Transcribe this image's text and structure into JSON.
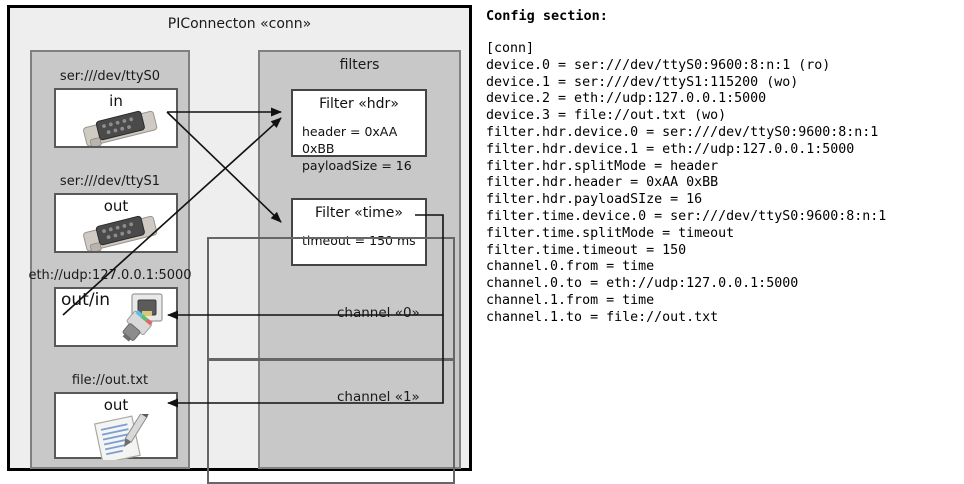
{
  "diagram": {
    "outer": {
      "title": "PIConnecton «conn»"
    },
    "devices_panel": {
      "title": "",
      "items": [
        {
          "label": "ser:///dev/ttyS0",
          "direction": "in",
          "icon": "serial-port-icon"
        },
        {
          "label": "ser:///dev/ttyS1",
          "direction": "out",
          "icon": "serial-port-icon"
        },
        {
          "label": "eth://udp:127.0.0.1:5000",
          "direction": "out/in",
          "icon": "ethernet-plug-icon"
        },
        {
          "label": "file://out.txt",
          "direction": "out",
          "icon": "text-file-icon"
        }
      ]
    },
    "filters_panel": {
      "title": "filters",
      "items": [
        {
          "title": "Filter «hdr»",
          "props": [
            "header = 0xAA 0xBB",
            "payloadSize = 16"
          ]
        },
        {
          "title": "Filter «time»",
          "props": [
            "timeout = 150 ms"
          ]
        }
      ],
      "channels": [
        {
          "label": "channel «0»"
        },
        {
          "label": "channel «1»"
        }
      ]
    },
    "colors": {
      "outer_fill": "#eeeeee",
      "panel_fill": "#c8c8c8",
      "card_fill": "#ffffff",
      "stroke": "#333333"
    }
  },
  "config": {
    "heading": "Config section:",
    "lines": [
      "[conn]",
      "device.0 = ser:///dev/ttyS0:9600:8:n:1 (ro)",
      "device.1 = ser:///dev/ttyS1:115200 (wo)",
      "device.2 = eth://udp:127.0.0.1:5000",
      "device.3 = file://out.txt (wo)",
      "filter.hdr.device.0 = ser:///dev/ttyS0:9600:8:n:1",
      "filter.hdr.device.1 = eth://udp:127.0.0.1:5000",
      "filter.hdr.splitMode = header",
      "filter.hdr.header = 0xAA 0xBB",
      "filter.hdr.payloadSIze = 16",
      "filter.time.device.0 = ser:///dev/ttyS0:9600:8:n:1",
      "filter.time.splitMode = timeout",
      "filter.time.timeout = 150",
      "channel.0.from = time",
      "channel.0.to = eth://udp:127.0.0.1:5000",
      "channel.1.from = time",
      "channel.1.to = file://out.txt"
    ]
  }
}
